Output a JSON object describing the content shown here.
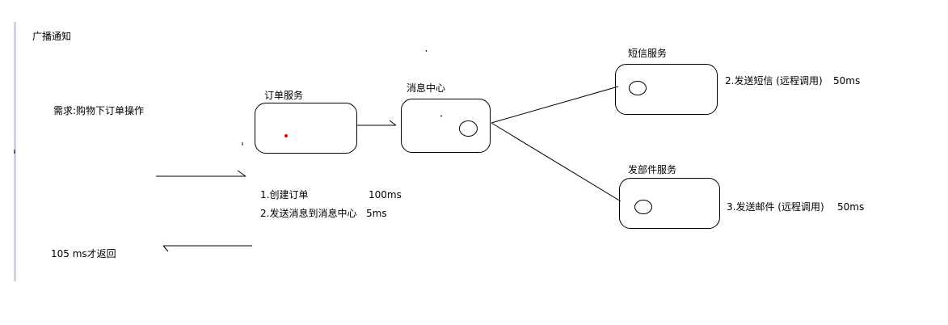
{
  "title": "广播通知",
  "requirement": "需求:购物下订单操作",
  "return_note": "105 ms才返回",
  "order_service": {
    "label": "订单服务",
    "steps": [
      {
        "text": "1.创建订单",
        "time": "100ms"
      },
      {
        "text": "2.发送消息到消息中心",
        "time": "5ms"
      }
    ]
  },
  "message_center": {
    "label": "消息中心"
  },
  "sms_service": {
    "label": "短信服务",
    "note": "2.发送短信 (远程调用)",
    "time": "50ms"
  },
  "mail_service": {
    "label": "发部件服务",
    "note": "3.发送邮件 (远程调用)",
    "time": "50ms"
  },
  "colors": {
    "stroke": "#000000",
    "dot": "#e00000",
    "sidebar": "#c8d4e3"
  }
}
